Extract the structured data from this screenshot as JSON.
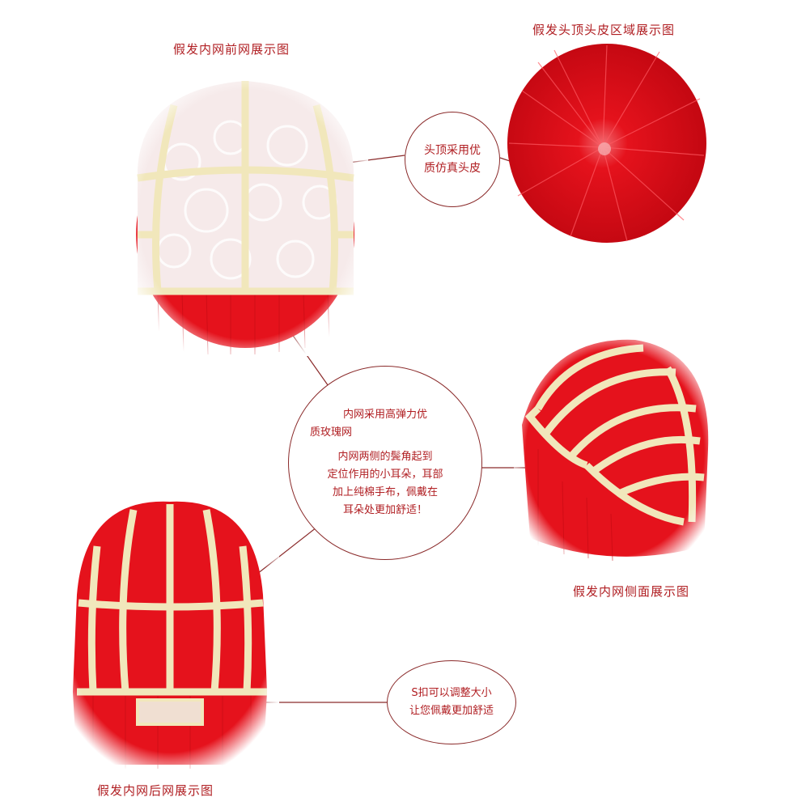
{
  "captions": {
    "front_net": "假发内网前网展示图",
    "top_scalp": "假发头顶头皮区域展示图",
    "side_net": "假发内网侧面展示图",
    "back_net": "假发内网后网展示图"
  },
  "callouts": {
    "scalp": [
      "头顶采用优",
      "质仿真头皮"
    ],
    "net_main": [
      "内网采用高弹力优",
      "质玫瑰网"
    ],
    "net_detail": [
      "内网两侧的鬓角起到",
      "定位作用的小耳朵，耳部",
      "加上纯棉手布，佩戴在",
      "耳朵处更加舒适！"
    ],
    "strap": [
      "S扣可以调整大小",
      "让您佩戴更加舒适"
    ]
  },
  "colors": {
    "hair_red": "#e5121c",
    "net_cream": "#f1e7bb",
    "caption_text": "#b01e22",
    "line": "#8a2a2a"
  }
}
